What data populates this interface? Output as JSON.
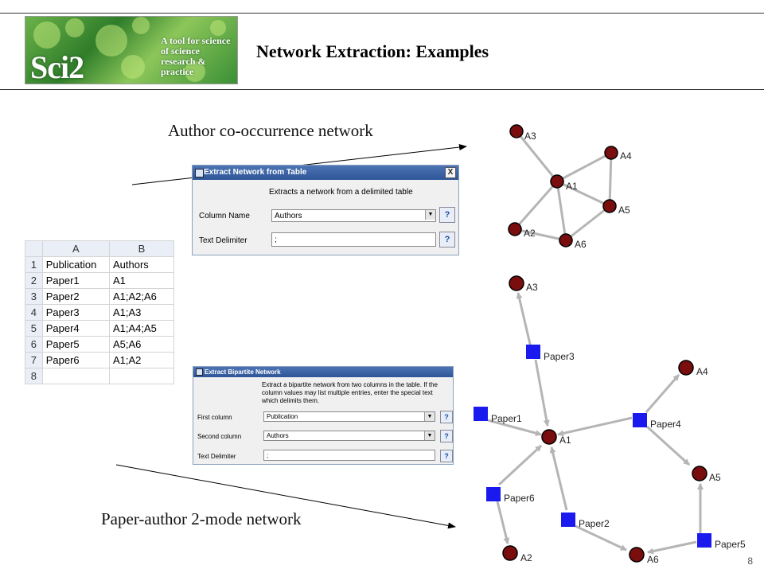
{
  "header": {
    "title": "Network Extraction: Examples",
    "logo_mark": "Sci2",
    "logo_tagline": "A tool for science of science research & practice"
  },
  "captions": {
    "top": "Author co-occurrence network",
    "bottom": "Paper-author 2-mode network"
  },
  "page_number": "8",
  "spreadsheet": {
    "columns": [
      "A",
      "B"
    ],
    "rows": [
      {
        "n": "1",
        "a": "Publication",
        "b": "Authors"
      },
      {
        "n": "2",
        "a": "Paper1",
        "b": "A1"
      },
      {
        "n": "3",
        "a": "Paper2",
        "b": "A1;A2;A6"
      },
      {
        "n": "4",
        "a": "Paper3",
        "b": "A1;A3"
      },
      {
        "n": "5",
        "a": "Paper4",
        "b": "A1;A4;A5"
      },
      {
        "n": "6",
        "a": "Paper5",
        "b": "A5;A6"
      },
      {
        "n": "7",
        "a": "Paper6",
        "b": "A1;A2"
      },
      {
        "n": "8",
        "a": "",
        "b": ""
      }
    ]
  },
  "dialog1": {
    "title": "Extract Network from Table",
    "close": "X",
    "description": "Extracts a network from a delimited table",
    "column_name_label": "Column Name",
    "column_name_value": "Authors",
    "delimiter_label": "Text Delimiter",
    "delimiter_value": ";",
    "help": "?"
  },
  "dialog2": {
    "title": "Extract Bipartite Network",
    "description": "Extract a bipartite network from two columns in the table.  If the column values may list multiple entries, enter the special text which delimits them.",
    "first_label": "First column",
    "first_value": "Publication",
    "second_label": "Second column",
    "second_value": "Authors",
    "delimiter_label": "Text Delimiter",
    "delimiter_value": ";",
    "help": "?"
  },
  "network1": {
    "labels": [
      "A3",
      "A4",
      "A1",
      "A5",
      "A2",
      "A6"
    ]
  },
  "network2": {
    "labels": [
      "A3",
      "Paper3",
      "A4",
      "Paper1",
      "Paper4",
      "A1",
      "A5",
      "Paper6",
      "Paper2",
      "Paper5",
      "A2",
      "A6"
    ]
  },
  "colors": {
    "author_node": "#7a0e0e",
    "paper_node": "#1a1aee",
    "edge": "#b5b5b5"
  }
}
